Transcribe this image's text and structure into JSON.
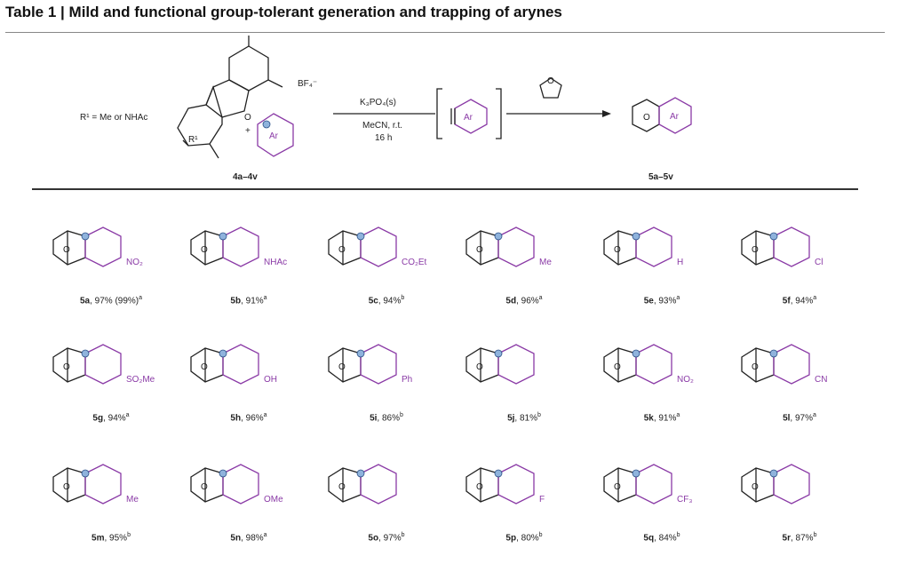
{
  "title": {
    "number": "Table 1",
    "separator": " | ",
    "text": "Mild and functional group-tolerant generation and trapping of arynes"
  },
  "scheme": {
    "r1_note": "R¹ = Me or NHAc",
    "r1_label": "R¹",
    "counterion": "BF₄⁻",
    "plus": "+",
    "o_label": "O",
    "ar_label": "Ar",
    "reagent": "K₃PO₄(s)",
    "solvent": "MeCN, r.t.",
    "time": "16 h",
    "start_label": "4a–4v",
    "product_label": "5a–5v"
  },
  "products": [
    {
      "id": "5a",
      "yield": ", 97% (99%)",
      "note": "a",
      "sub": "NO₂"
    },
    {
      "id": "5b",
      "yield": ", 91%",
      "note": "a",
      "sub": "NHAc"
    },
    {
      "id": "5c",
      "yield": ", 94%",
      "note": "b",
      "sub": "CO₂Et"
    },
    {
      "id": "5d",
      "yield": ", 96%",
      "note": "a",
      "sub": "Me"
    },
    {
      "id": "5e",
      "yield": ", 93%",
      "note": "a",
      "sub": "H"
    },
    {
      "id": "5f",
      "yield": ", 94%",
      "note": "a",
      "sub": "Cl"
    },
    {
      "id": "5g",
      "yield": ", 94%",
      "note": "a",
      "sub": "SO₂Me"
    },
    {
      "id": "5h",
      "yield": ", 96%",
      "note": "a",
      "sub": "OH"
    },
    {
      "id": "5i",
      "yield": ", 86%",
      "note": "b",
      "sub": "Ph"
    },
    {
      "id": "5j",
      "yield": ", 81%",
      "note": "b",
      "sub": ""
    },
    {
      "id": "5k",
      "yield": ", 91%",
      "note": "a",
      "sub": "NO₂"
    },
    {
      "id": "5l",
      "yield": ", 97%",
      "note": "a",
      "sub": "CN"
    },
    {
      "id": "5m",
      "yield": ", 95%",
      "note": "b",
      "sub": "Me"
    },
    {
      "id": "5n",
      "yield": ", 98%",
      "note": "a",
      "sub": "OMe"
    },
    {
      "id": "5o",
      "yield": ", 97%",
      "note": "b",
      "sub": ""
    },
    {
      "id": "5p",
      "yield": ", 80%",
      "note": "b",
      "sub": "F"
    },
    {
      "id": "5q",
      "yield": ", 84%",
      "note": "b",
      "sub": "CF₃"
    },
    {
      "id": "5r",
      "yield": ", 87%",
      "note": "b",
      "sub": ""
    }
  ],
  "colors": {
    "aryne": "#8a3aa6",
    "highlight": "#8fb3dc",
    "text": "#222222"
  }
}
